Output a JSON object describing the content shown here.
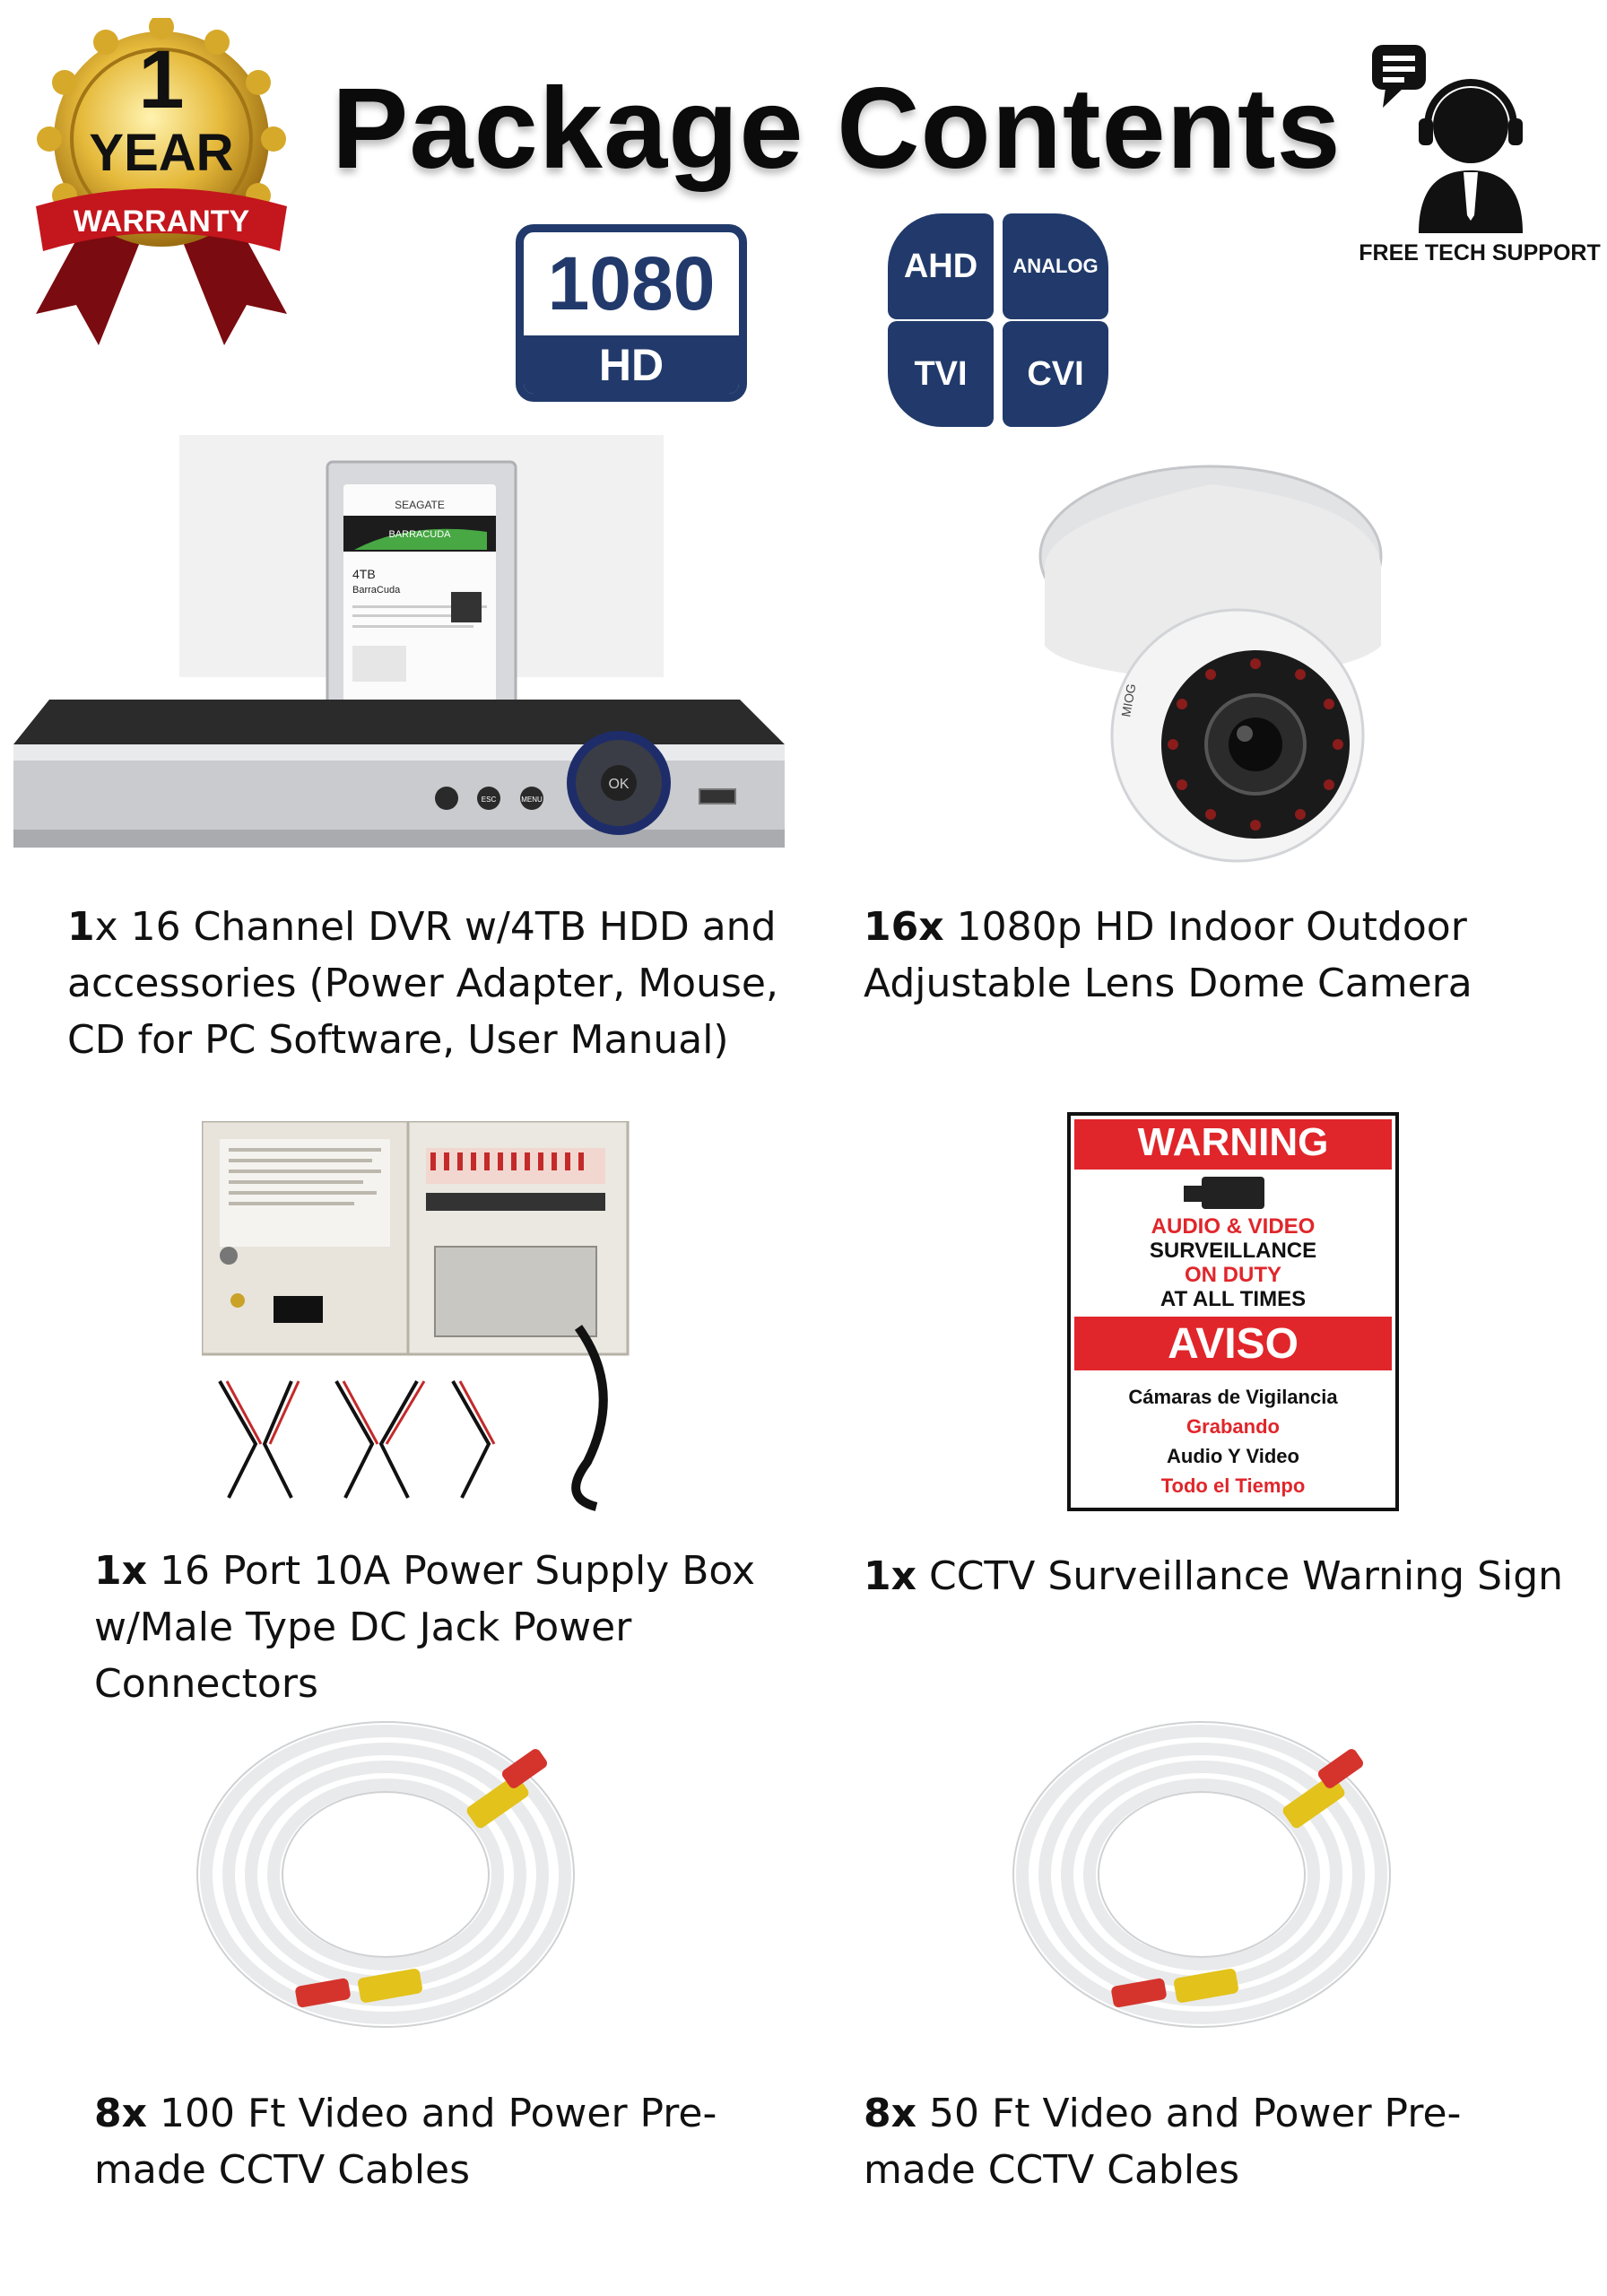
{
  "header": {
    "title": "Package Contents",
    "support_label": "FREE TECH SUPPORT"
  },
  "warranty_badge": {
    "number": "1",
    "unit": "YEAR",
    "ribbon": "WARRANTY"
  },
  "badges": {
    "hd_number": "1080",
    "hd_label": "HD",
    "formats": [
      "AHD",
      "ANALOG",
      "TVI",
      "CVI"
    ]
  },
  "products": [
    {
      "qty": "1",
      "qty_suffix": "x",
      "text": " 16 Channel DVR w/4TB HDD and accessories (Power Adapter, Mouse, CD for PC Software, User Manual)"
    },
    {
      "qty": "16x",
      "qty_suffix": "",
      "text": " 1080p HD Indoor Outdoor Adjustable Lens Dome Camera"
    },
    {
      "qty": "1x",
      "qty_suffix": "",
      "text": " 16 Port 10A Power Supply Box w/Male Type DC Jack Power Connectors"
    },
    {
      "qty": "1x",
      "qty_suffix": "",
      "text": " CCTV Surveillance Warning Sign"
    },
    {
      "qty": "8x",
      "qty_suffix": "",
      "text": " 100 Ft Video and Power Pre-made CCTV Cables"
    },
    {
      "qty": "8x",
      "qty_suffix": "",
      "text": " 50 Ft Video and Power Pre-made CCTV Cables"
    }
  ],
  "hdd_label": {
    "brand": "SEAGATE",
    "model": "BARRACUDA",
    "capacity": "4TB",
    "name": "BarraCuda"
  },
  "dvr_buttons": {
    "ok": "OK",
    "esc": "ESC",
    "menu": "MENU"
  },
  "camera_text": "MIOG",
  "warning_sign": {
    "header": "WARNING",
    "line1": "AUDIO & VIDEO",
    "line2": "SURVEILLANCE",
    "line3": "ON DUTY",
    "line4": "AT ALL TIMES",
    "header2": "AVISO",
    "sp1": "Cámaras de Vigilancia",
    "sp2": "Grabando",
    "sp3": "Audio Y Video",
    "sp4": "Todo el Tiempo"
  },
  "colors": {
    "badge_blue": "#213a6b",
    "warning_red": "#e0262b",
    "gold": "#d6a92a"
  }
}
